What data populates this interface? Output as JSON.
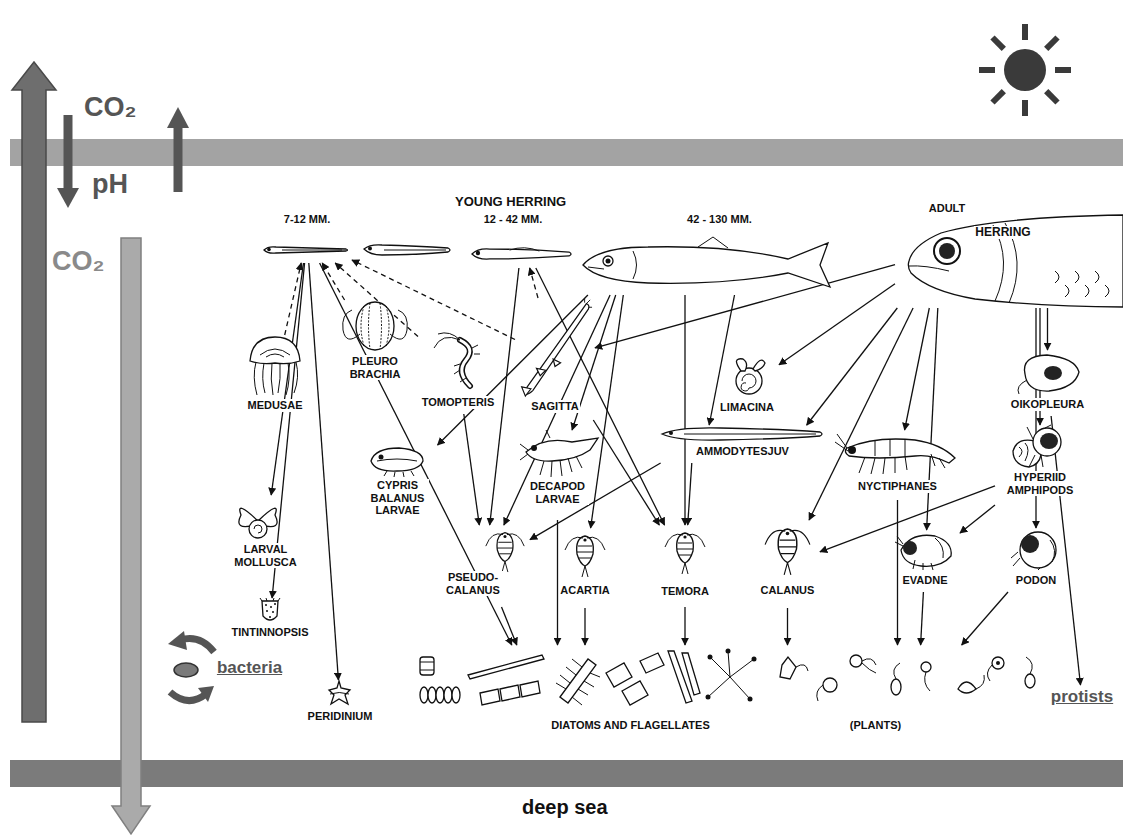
{
  "diagram": {
    "nodes": [
      {
        "text": [
          "7-12 MM."
        ]
      },
      {
        "text": [
          "12 - 42 MM."
        ]
      },
      {
        "text": [
          "42 - 130 MM."
        ]
      },
      {
        "text": [
          "ADULT",
          "HERRING"
        ]
      },
      {
        "text": [
          "MEDUSAE"
        ]
      },
      {
        "text": [
          "PLEURO BRACHIA"
        ]
      },
      {
        "text": [
          "TOMOPTERIS"
        ]
      },
      {
        "text": [
          "SAGITTA"
        ]
      },
      {
        "text": [
          "LIMACINA"
        ]
      },
      {
        "text": [
          "OIKOPLEURA"
        ]
      },
      {
        "text": [
          "CYPRIS BALANUS LARVAE"
        ]
      },
      {
        "text": [
          "DECAPOD LARVAE"
        ]
      },
      {
        "text": [
          "AMMODYTESJUV"
        ]
      },
      {
        "text": [
          "NYCTIPHANES"
        ]
      },
      {
        "text": [
          "HYPERIID AMPHIPODS"
        ]
      },
      {
        "text": [
          "LARVAL MOLLUSCA"
        ]
      },
      {
        "text": [
          "PSEUDO-CALANUS"
        ]
      },
      {
        "text": [
          "ACARTIA"
        ]
      },
      {
        "text": [
          "TEMORA"
        ]
      },
      {
        "text": [
          "CALANUS"
        ]
      },
      {
        "text": [
          "EVADNE"
        ]
      },
      {
        "text": [
          "PODON"
        ]
      },
      {
        "text": [
          "TINTINNOPSIS"
        ]
      },
      {
        "text": [
          "bacteria"
        ]
      },
      {
        "text": [
          "PERIDINIUM"
        ]
      },
      {
        "text": [
          "DIATOMS AND FLAGELLATES",
          "(PLANTS)"
        ]
      },
      {
        "text": [
          "protists"
        ]
      }
    ],
    "edges": [
      {
        "from": 4,
        "to": 0,
        "arrow": "to"
      },
      {
        "from": 5,
        "to": 0,
        "arrow": "to"
      },
      {
        "from": 6,
        "to": 0,
        "arrow": "to"
      },
      {
        "from": 7,
        "to": 0,
        "arrow": "to"
      },
      {
        "from": 7,
        "to": 1,
        "arrow": "to"
      },
      {
        "from": 0,
        "to": 15,
        "arrow": "to"
      },
      {
        "from": 0,
        "to": 22,
        "arrow": "to"
      },
      {
        "from": 0,
        "to": 24,
        "arrow": "to"
      },
      {
        "from": 0,
        "to": 25,
        "arrow": "to"
      },
      {
        "from": 1,
        "to": 16,
        "arrow": "to"
      },
      {
        "from": 1,
        "to": 18,
        "arrow": "to"
      },
      {
        "from": 2,
        "to": 10,
        "arrow": "to"
      },
      {
        "from": 2,
        "to": 11,
        "arrow": "to"
      },
      {
        "from": 2,
        "to": 16,
        "arrow": "to"
      },
      {
        "from": 2,
        "to": 17,
        "arrow": "to"
      },
      {
        "from": 2,
        "to": 12,
        "arrow": "to"
      },
      {
        "from": 2,
        "to": 18,
        "arrow": "to"
      },
      {
        "from": 3,
        "to": 7,
        "arrow": "to"
      },
      {
        "from": 3,
        "to": 8,
        "arrow": "to"
      },
      {
        "from": 3,
        "to": 12,
        "arrow": "to"
      },
      {
        "from": 3,
        "to": 13,
        "arrow": "to"
      },
      {
        "from": 3,
        "to": 19,
        "arrow": "to"
      },
      {
        "from": 3,
        "to": 14,
        "arrow": "to"
      },
      {
        "from": 3,
        "to": 9,
        "arrow": "to"
      },
      {
        "from": 3,
        "to": 20,
        "arrow": "to"
      },
      {
        "from": 3,
        "to": 21,
        "arrow": "to"
      },
      {
        "from": 6,
        "to": 16,
        "arrow": "to"
      },
      {
        "from": 7,
        "to": 18,
        "arrow": "to"
      },
      {
        "from": 12,
        "to": 16,
        "arrow": "to"
      },
      {
        "from": 12,
        "to": 18,
        "arrow": "to"
      },
      {
        "from": 14,
        "to": 19,
        "arrow": "to"
      },
      {
        "from": 14,
        "to": 20,
        "arrow": "to"
      },
      {
        "from": 11,
        "to": 25,
        "arrow": "to"
      },
      {
        "from": 16,
        "to": 25,
        "arrow": "to"
      },
      {
        "from": 17,
        "to": 25,
        "arrow": "to"
      },
      {
        "from": 18,
        "to": 25,
        "arrow": "to"
      },
      {
        "from": 19,
        "to": 25,
        "arrow": "to"
      },
      {
        "from": 13,
        "to": 25,
        "arrow": "to"
      },
      {
        "from": 20,
        "to": 25,
        "arrow": "to"
      },
      {
        "from": 21,
        "to": 25,
        "arrow": "to"
      },
      {
        "from": 9,
        "to": 26,
        "arrow": "to"
      }
    ],
    "labels": [
      "CO₂",
      "pH",
      "CO₂",
      "YOUNG HERRING",
      "deep sea"
    ]
  }
}
